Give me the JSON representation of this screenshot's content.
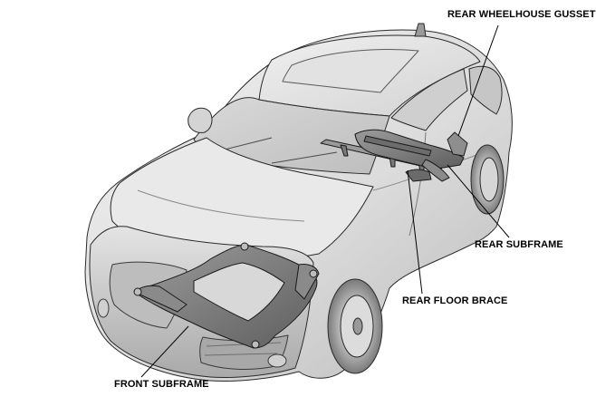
{
  "labels": {
    "rear_wheelhouse_gusset": "REAR WHEELHOUSE GUSSET",
    "rear_subframe": "REAR SUBFRAME",
    "rear_floor_brace": "REAR FLOOR BRACE",
    "front_subframe": "FRONT SUBFRAME"
  },
  "colors": {
    "body_light": "#e6e6e6",
    "body_mid": "#c9c9c9",
    "body_dark": "#9a9a9a",
    "outline": "#2a2a2a",
    "part_fill": "#7c7c7c",
    "part_highlight": "#b3b3b3",
    "leader_line": "#000000"
  }
}
